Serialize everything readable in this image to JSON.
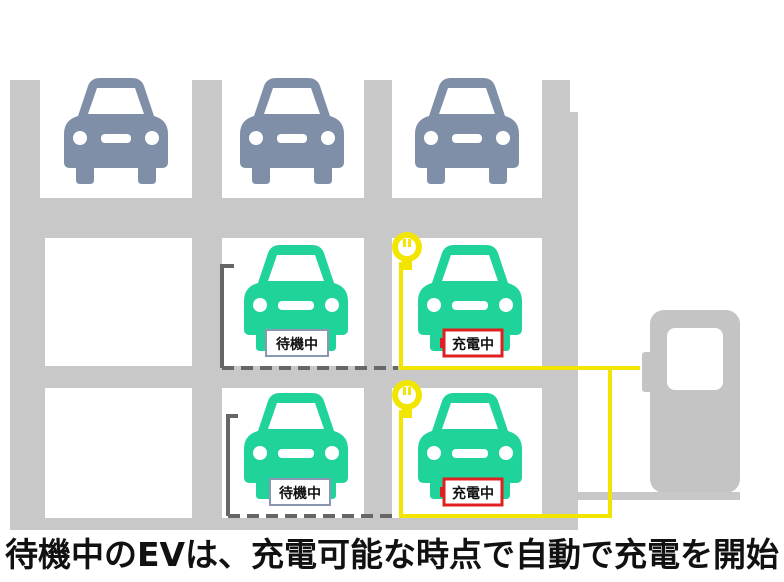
{
  "colors": {
    "structure": "#c8c8c8",
    "parked_car": "#7f8fa8",
    "ev_car": "#1fd39a",
    "charge_line": "#f2e600",
    "waiting_line": "#666666",
    "charging_border": "#e02020",
    "waiting_border": "#8a97b0",
    "charger": "#c4c4c4"
  },
  "icons": {
    "parked": "car-icon",
    "ev": "ev-car-icon",
    "plug": "plug-icon",
    "charger": "charger-station-icon"
  },
  "labels": {
    "waiting": "待機中",
    "charging": "充電中"
  },
  "slots": [
    {
      "id": "top-1",
      "type": "parked"
    },
    {
      "id": "top-2",
      "type": "parked"
    },
    {
      "id": "top-3",
      "type": "parked"
    },
    {
      "id": "mid-1",
      "type": "empty"
    },
    {
      "id": "mid-2",
      "type": "ev",
      "status": "waiting"
    },
    {
      "id": "mid-3",
      "type": "ev",
      "status": "charging"
    },
    {
      "id": "bot-1",
      "type": "empty"
    },
    {
      "id": "bot-2",
      "type": "ev",
      "status": "waiting"
    },
    {
      "id": "bot-3",
      "type": "ev",
      "status": "charging"
    }
  ],
  "caption": "待機中のEVは、充電可能な時点で自動で充電を開始"
}
